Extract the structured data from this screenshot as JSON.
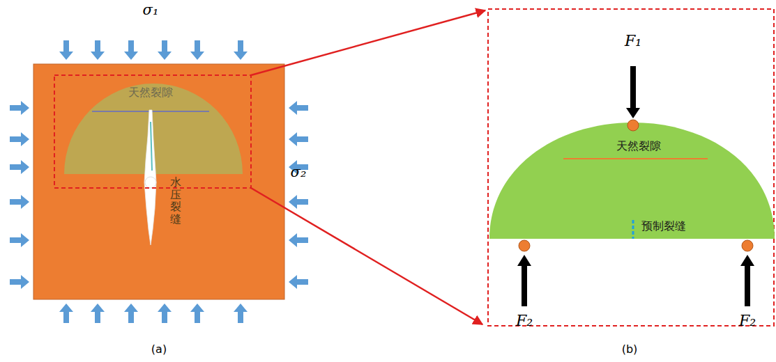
{
  "diagram": {
    "labels": [
      "σ₁",
      "天然裂隙",
      "水压裂缝",
      "σ₂",
      "(a)",
      "F₁",
      "天然裂隙",
      "预制裂缝",
      "F₂",
      "F₂",
      "(b)"
    ]
  }
}
